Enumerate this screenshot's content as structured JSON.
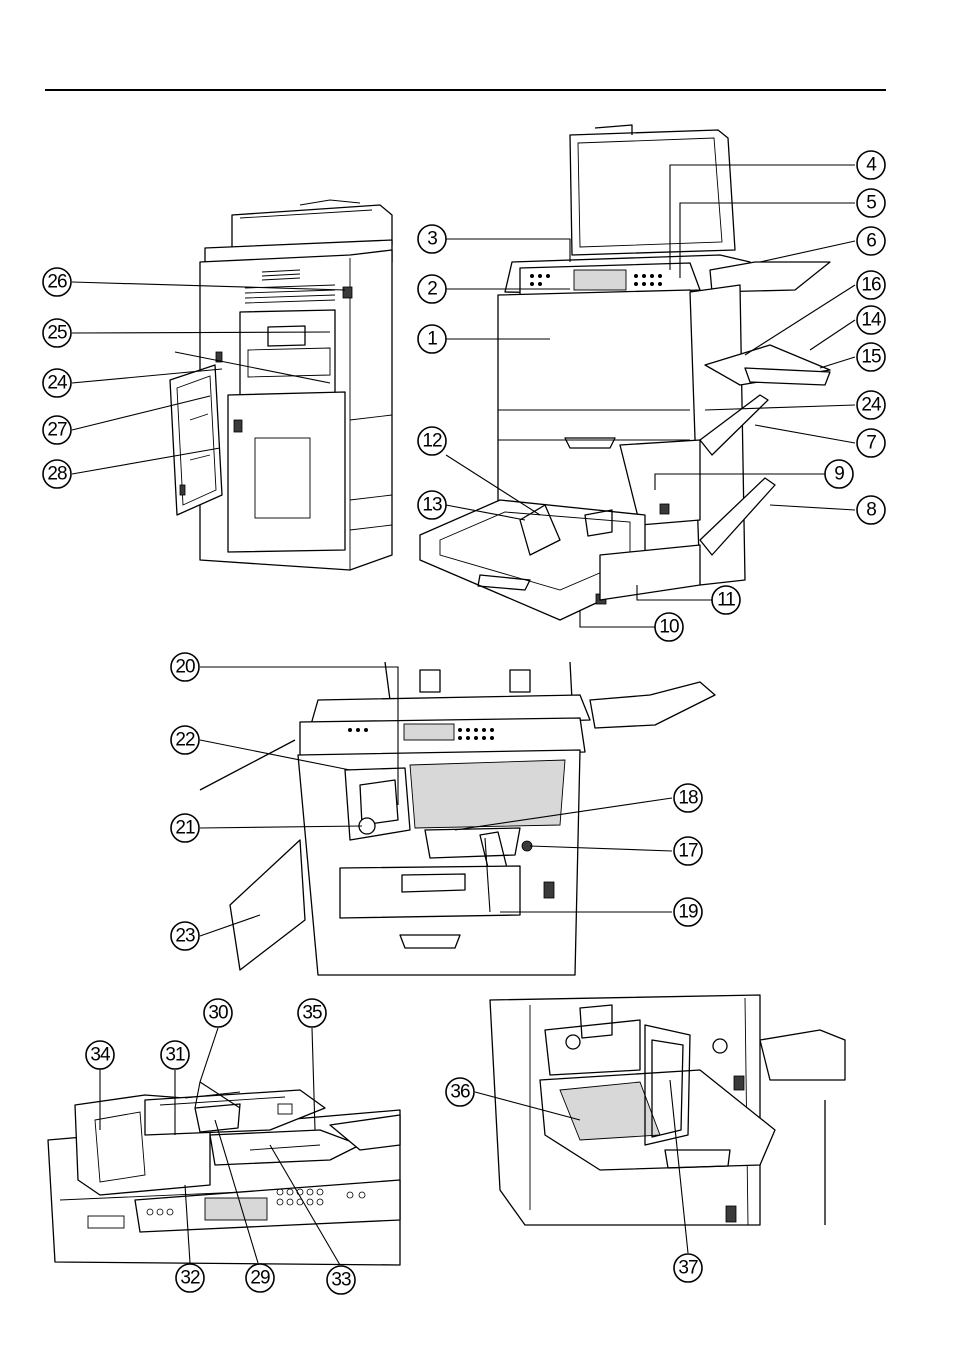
{
  "colors": {
    "ink": "#000000",
    "paper": "#ffffff",
    "shade": "#d8d8d8"
  },
  "callouts": {
    "c1": "1",
    "c2": "2",
    "c3": "3",
    "c4": "4",
    "c5": "5",
    "c6": "6",
    "c7": "7",
    "c8": "8",
    "c9": "9",
    "c10": "10",
    "c11": "11",
    "c12": "12",
    "c13": "13",
    "c14": "14",
    "c15": "15",
    "c16": "16",
    "c17": "17",
    "c18": "18",
    "c19": "19",
    "c20": "20",
    "c21": "21",
    "c22": "22",
    "c23": "23",
    "c24a": "24",
    "c24b": "24",
    "c25": "25",
    "c26": "26",
    "c27": "27",
    "c28": "28",
    "c29": "29",
    "c30": "30",
    "c31": "31",
    "c32": "32",
    "c33": "33",
    "c34": "34",
    "c35": "35",
    "c36": "36",
    "c37": "37"
  }
}
